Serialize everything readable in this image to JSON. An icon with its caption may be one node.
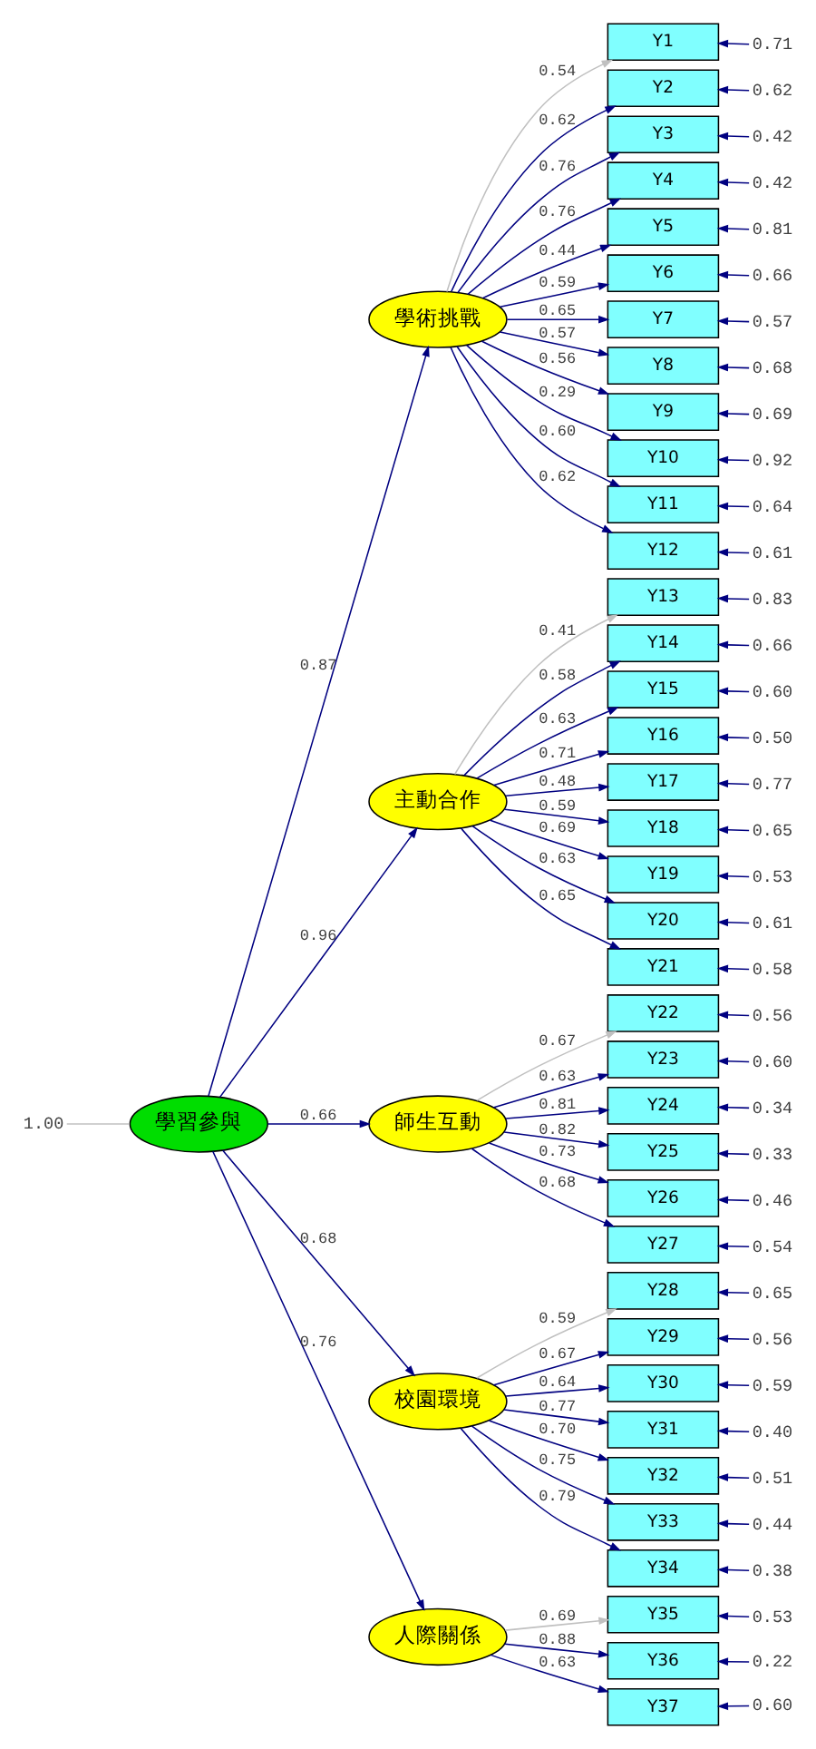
{
  "diagram": {
    "nodes": [
      {
        "text": [
          "1.00"
        ]
      },
      {
        "text": [
          "學習參與"
        ]
      },
      {
        "text": [
          "學術挑戰"
        ]
      },
      {
        "text": [
          "主動合作"
        ]
      },
      {
        "text": [
          "師生互動"
        ]
      },
      {
        "text": [
          "校園環境"
        ]
      },
      {
        "text": [
          "人際關係"
        ]
      },
      {
        "text": [
          "Y1"
        ]
      },
      {
        "text": [
          "0.71"
        ]
      },
      {
        "text": [
          "Y2"
        ]
      },
      {
        "text": [
          "0.62"
        ]
      },
      {
        "text": [
          "Y3"
        ]
      },
      {
        "text": [
          "0.42"
        ]
      },
      {
        "text": [
          "Y4"
        ]
      },
      {
        "text": [
          "0.42"
        ]
      },
      {
        "text": [
          "Y5"
        ]
      },
      {
        "text": [
          "0.81"
        ]
      },
      {
        "text": [
          "Y6"
        ]
      },
      {
        "text": [
          "0.66"
        ]
      },
      {
        "text": [
          "Y7"
        ]
      },
      {
        "text": [
          "0.57"
        ]
      },
      {
        "text": [
          "Y8"
        ]
      },
      {
        "text": [
          "0.68"
        ]
      },
      {
        "text": [
          "Y9"
        ]
      },
      {
        "text": [
          "0.69"
        ]
      },
      {
        "text": [
          "Y10"
        ]
      },
      {
        "text": [
          "0.92"
        ]
      },
      {
        "text": [
          "Y11"
        ]
      },
      {
        "text": [
          "0.64"
        ]
      },
      {
        "text": [
          "Y12"
        ]
      },
      {
        "text": [
          "0.61"
        ]
      },
      {
        "text": [
          "Y13"
        ]
      },
      {
        "text": [
          "0.83"
        ]
      },
      {
        "text": [
          "Y14"
        ]
      },
      {
        "text": [
          "0.66"
        ]
      },
      {
        "text": [
          "Y15"
        ]
      },
      {
        "text": [
          "0.60"
        ]
      },
      {
        "text": [
          "Y16"
        ]
      },
      {
        "text": [
          "0.50"
        ]
      },
      {
        "text": [
          "Y17"
        ]
      },
      {
        "text": [
          "0.77"
        ]
      },
      {
        "text": [
          "Y18"
        ]
      },
      {
        "text": [
          "0.65"
        ]
      },
      {
        "text": [
          "Y19"
        ]
      },
      {
        "text": [
          "0.53"
        ]
      },
      {
        "text": [
          "Y20"
        ]
      },
      {
        "text": [
          "0.61"
        ]
      },
      {
        "text": [
          "Y21"
        ]
      },
      {
        "text": [
          "0.58"
        ]
      },
      {
        "text": [
          "Y22"
        ]
      },
      {
        "text": [
          "0.56"
        ]
      },
      {
        "text": [
          "Y23"
        ]
      },
      {
        "text": [
          "0.60"
        ]
      },
      {
        "text": [
          "Y24"
        ]
      },
      {
        "text": [
          "0.34"
        ]
      },
      {
        "text": [
          "Y25"
        ]
      },
      {
        "text": [
          "0.33"
        ]
      },
      {
        "text": [
          "Y26"
        ]
      },
      {
        "text": [
          "0.46"
        ]
      },
      {
        "text": [
          "Y27"
        ]
      },
      {
        "text": [
          "0.54"
        ]
      },
      {
        "text": [
          "Y28"
        ]
      },
      {
        "text": [
          "0.65"
        ]
      },
      {
        "text": [
          "Y29"
        ]
      },
      {
        "text": [
          "0.56"
        ]
      },
      {
        "text": [
          "Y30"
        ]
      },
      {
        "text": [
          "0.59"
        ]
      },
      {
        "text": [
          "Y31"
        ]
      },
      {
        "text": [
          "0.40"
        ]
      },
      {
        "text": [
          "Y32"
        ]
      },
      {
        "text": [
          "0.51"
        ]
      },
      {
        "text": [
          "Y33"
        ]
      },
      {
        "text": [
          "0.44"
        ]
      },
      {
        "text": [
          "Y34"
        ]
      },
      {
        "text": [
          "0.38"
        ]
      },
      {
        "text": [
          "Y35"
        ]
      },
      {
        "text": [
          "0.53"
        ]
      },
      {
        "text": [
          "Y36"
        ]
      },
      {
        "text": [
          "0.22"
        ]
      },
      {
        "text": [
          "Y37"
        ]
      },
      {
        "text": [
          "0.60"
        ]
      }
    ],
    "edges": [
      {
        "from": 0,
        "to": 1,
        "arrow": "none",
        "color": "#c0c0c0"
      },
      {
        "from": 1,
        "to": 2,
        "arrow": "to",
        "label": "0.87"
      },
      {
        "from": 1,
        "to": 3,
        "arrow": "to",
        "label": "0.96"
      },
      {
        "from": 1,
        "to": 4,
        "arrow": "to",
        "label": "0.66"
      },
      {
        "from": 1,
        "to": 5,
        "arrow": "to",
        "label": "0.68"
      },
      {
        "from": 1,
        "to": 6,
        "arrow": "to",
        "label": "0.76"
      },
      {
        "from": 2,
        "to": 7,
        "arrow": "to",
        "label": "0.54",
        "color": "#c0c0c0"
      },
      {
        "from": 2,
        "to": 9,
        "arrow": "to",
        "label": "0.62"
      },
      {
        "from": 2,
        "to": 11,
        "arrow": "to",
        "label": "0.76"
      },
      {
        "from": 2,
        "to": 13,
        "arrow": "to",
        "label": "0.76"
      },
      {
        "from": 2,
        "to": 15,
        "arrow": "to",
        "label": "0.44"
      },
      {
        "from": 2,
        "to": 17,
        "arrow": "to",
        "label": "0.59"
      },
      {
        "from": 2,
        "to": 19,
        "arrow": "to",
        "label": "0.65"
      },
      {
        "from": 2,
        "to": 21,
        "arrow": "to",
        "label": "0.57"
      },
      {
        "from": 2,
        "to": 23,
        "arrow": "to",
        "label": "0.56"
      },
      {
        "from": 2,
        "to": 25,
        "arrow": "to",
        "label": "0.29"
      },
      {
        "from": 2,
        "to": 27,
        "arrow": "to",
        "label": "0.60"
      },
      {
        "from": 2,
        "to": 29,
        "arrow": "to",
        "label": "0.62"
      },
      {
        "from": 3,
        "to": 31,
        "arrow": "to",
        "label": "0.41",
        "color": "#c0c0c0"
      },
      {
        "from": 3,
        "to": 33,
        "arrow": "to",
        "label": "0.58"
      },
      {
        "from": 3,
        "to": 35,
        "arrow": "to",
        "label": "0.63"
      },
      {
        "from": 3,
        "to": 37,
        "arrow": "to",
        "label": "0.71"
      },
      {
        "from": 3,
        "to": 39,
        "arrow": "to",
        "label": "0.48"
      },
      {
        "from": 3,
        "to": 41,
        "arrow": "to",
        "label": "0.59"
      },
      {
        "from": 3,
        "to": 43,
        "arrow": "to",
        "label": "0.69"
      },
      {
        "from": 3,
        "to": 45,
        "arrow": "to",
        "label": "0.63"
      },
      {
        "from": 3,
        "to": 47,
        "arrow": "to",
        "label": "0.65"
      },
      {
        "from": 4,
        "to": 49,
        "arrow": "to",
        "label": "0.67",
        "color": "#c0c0c0"
      },
      {
        "from": 4,
        "to": 51,
        "arrow": "to",
        "label": "0.63"
      },
      {
        "from": 4,
        "to": 53,
        "arrow": "to",
        "label": "0.81"
      },
      {
        "from": 4,
        "to": 55,
        "arrow": "to",
        "label": "0.82"
      },
      {
        "from": 4,
        "to": 57,
        "arrow": "to",
        "label": "0.73"
      },
      {
        "from": 4,
        "to": 59,
        "arrow": "to",
        "label": "0.68"
      },
      {
        "from": 5,
        "to": 61,
        "arrow": "to",
        "label": "0.59",
        "color": "#c0c0c0"
      },
      {
        "from": 5,
        "to": 63,
        "arrow": "to",
        "label": "0.67"
      },
      {
        "from": 5,
        "to": 65,
        "arrow": "to",
        "label": "0.64"
      },
      {
        "from": 5,
        "to": 67,
        "arrow": "to",
        "label": "0.77"
      },
      {
        "from": 5,
        "to": 69,
        "arrow": "to",
        "label": "0.70"
      },
      {
        "from": 5,
        "to": 71,
        "arrow": "to",
        "label": "0.75"
      },
      {
        "from": 5,
        "to": 73,
        "arrow": "to",
        "label": "0.79"
      },
      {
        "from": 6,
        "to": 75,
        "arrow": "to",
        "label": "0.69",
        "color": "#c0c0c0"
      },
      {
        "from": 6,
        "to": 77,
        "arrow": "to",
        "label": "0.88"
      },
      {
        "from": 6,
        "to": 79,
        "arrow": "to",
        "label": "0.63"
      },
      {
        "from": 8,
        "to": 7,
        "arrow": "to"
      },
      {
        "from": 10,
        "to": 9,
        "arrow": "to"
      },
      {
        "from": 12,
        "to": 11,
        "arrow": "to"
      },
      {
        "from": 14,
        "to": 13,
        "arrow": "to"
      },
      {
        "from": 16,
        "to": 15,
        "arrow": "to"
      },
      {
        "from": 18,
        "to": 17,
        "arrow": "to"
      },
      {
        "from": 20,
        "to": 19,
        "arrow": "to"
      },
      {
        "from": 22,
        "to": 21,
        "arrow": "to"
      },
      {
        "from": 24,
        "to": 23,
        "arrow": "to"
      },
      {
        "from": 26,
        "to": 25,
        "arrow": "to"
      },
      {
        "from": 28,
        "to": 27,
        "arrow": "to"
      },
      {
        "from": 30,
        "to": 29,
        "arrow": "to"
      },
      {
        "from": 32,
        "to": 31,
        "arrow": "to"
      },
      {
        "from": 34,
        "to": 33,
        "arrow": "to"
      },
      {
        "from": 36,
        "to": 35,
        "arrow": "to"
      },
      {
        "from": 38,
        "to": 37,
        "arrow": "to"
      },
      {
        "from": 40,
        "to": 39,
        "arrow": "to"
      },
      {
        "from": 42,
        "to": 41,
        "arrow": "to"
      },
      {
        "from": 44,
        "to": 43,
        "arrow": "to"
      },
      {
        "from": 46,
        "to": 45,
        "arrow": "to"
      },
      {
        "from": 48,
        "to": 47,
        "arrow": "to"
      },
      {
        "from": 50,
        "to": 49,
        "arrow": "to"
      },
      {
        "from": 52,
        "to": 51,
        "arrow": "to"
      },
      {
        "from": 54,
        "to": 53,
        "arrow": "to"
      },
      {
        "from": 56,
        "to": 55,
        "arrow": "to"
      },
      {
        "from": 58,
        "to": 57,
        "arrow": "to"
      },
      {
        "from": 60,
        "to": 59,
        "arrow": "to"
      },
      {
        "from": 62,
        "to": 61,
        "arrow": "to"
      },
      {
        "from": 64,
        "to": 63,
        "arrow": "to"
      },
      {
        "from": 66,
        "to": 65,
        "arrow": "to"
      },
      {
        "from": 68,
        "to": 67,
        "arrow": "to"
      },
      {
        "from": 70,
        "to": 69,
        "arrow": "to"
      },
      {
        "from": 72,
        "to": 71,
        "arrow": "to"
      },
      {
        "from": 74,
        "to": 73,
        "arrow": "to"
      },
      {
        "from": 76,
        "to": 75,
        "arrow": "to"
      },
      {
        "from": 78,
        "to": 77,
        "arrow": "to"
      },
      {
        "from": 80,
        "to": 79,
        "arrow": "to"
      }
    ]
  }
}
